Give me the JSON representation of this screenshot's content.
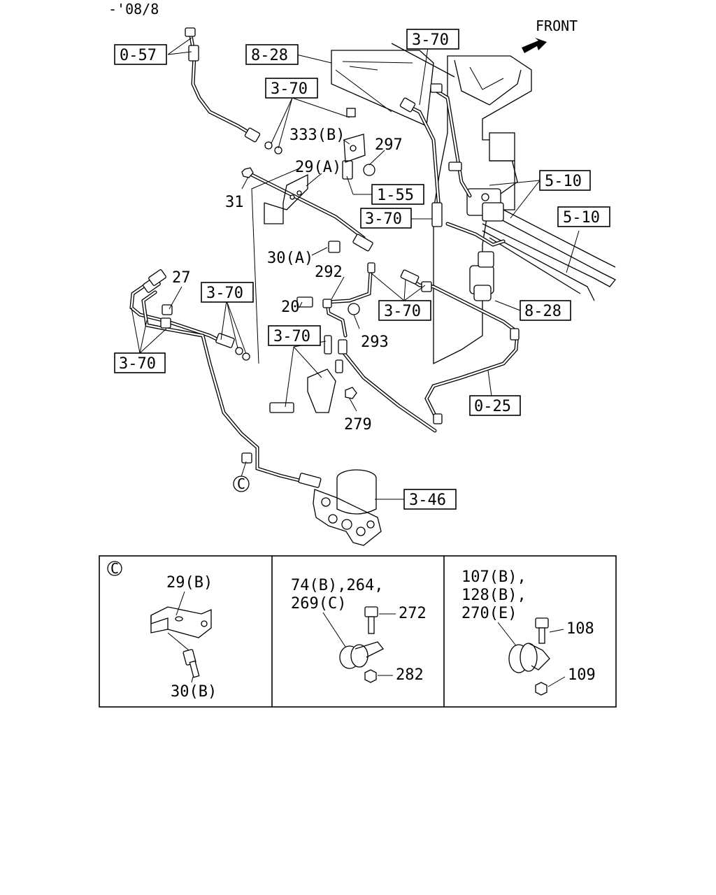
{
  "header": {
    "code": "-'08/8"
  },
  "direction": {
    "label": "FRONT"
  },
  "callouts": {
    "c057": "0-57",
    "c828_top": "8-28",
    "c370_top": "3-70",
    "c370_upper": "3-70",
    "c510_a": "5-10",
    "c510_b": "5-10",
    "c155": "1-55",
    "c370_mid": "3-70",
    "c370_left": "3-70",
    "c370_center": "3-70",
    "c828_right": "8-28",
    "c370_lower": "3-70",
    "c370_leftbottom": "3-70",
    "c025": "0-25",
    "c346": "3-46"
  },
  "part_numbers": {
    "p333b": "333(B)",
    "p297": "297",
    "p29a": "29(A)",
    "p31": "31",
    "p30a": "30(A)",
    "p292": "292",
    "p27": "27",
    "p20": "20",
    "p293": "293",
    "p279": "279",
    "pC": "C"
  },
  "detail_panels": {
    "panel1": {
      "marker": "C",
      "top_label": "29(B)",
      "bottom_label": "30(B)"
    },
    "panel2": {
      "label_line1": "74(B),264,",
      "label_line2": "269(C)",
      "bolt": "272",
      "nut": "282"
    },
    "panel3": {
      "label_line1": "107(B),",
      "label_line2": "128(B),",
      "label_line3": "270(E)",
      "bolt": "108",
      "nut": "109"
    }
  }
}
